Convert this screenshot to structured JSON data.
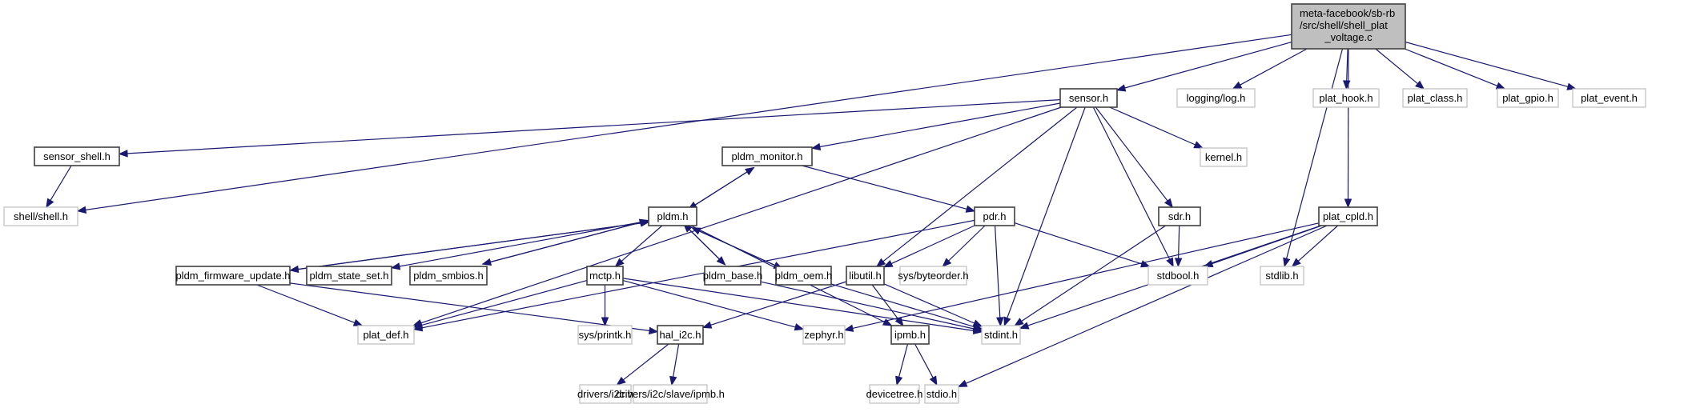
{
  "diagram": {
    "type": "include-dependency-graph",
    "colors": {
      "edge": "#191970",
      "root_fill": "#bfbfbf",
      "local_border": "#404040",
      "system_border": "#bfbfbf"
    },
    "nodes": [
      {
        "id": "root",
        "kind": "root",
        "lines": [
          "meta-facebook/sb-rb",
          "/src/shell/shell_plat",
          "_voltage.c"
        ]
      },
      {
        "id": "sensor_h",
        "kind": "local",
        "label": "sensor.h"
      },
      {
        "id": "logging_log_h",
        "kind": "system",
        "label": "logging/log.h"
      },
      {
        "id": "plat_hook_h",
        "kind": "system",
        "label": "plat_hook.h"
      },
      {
        "id": "plat_class_h",
        "kind": "system",
        "label": "plat_class.h"
      },
      {
        "id": "plat_gpio_h",
        "kind": "system",
        "label": "plat_gpio.h"
      },
      {
        "id": "plat_event_h",
        "kind": "system",
        "label": "plat_event.h"
      },
      {
        "id": "sensor_shell_h",
        "kind": "local",
        "label": "sensor_shell.h"
      },
      {
        "id": "shell_shell_h",
        "kind": "system",
        "label": "shell/shell.h"
      },
      {
        "id": "kernel_h",
        "kind": "system",
        "label": "kernel.h"
      },
      {
        "id": "pldm_monitor_h",
        "kind": "local",
        "label": "pldm_monitor.h"
      },
      {
        "id": "pldm_h",
        "kind": "local",
        "label": "pldm.h"
      },
      {
        "id": "pdr_h",
        "kind": "local",
        "label": "pdr.h"
      },
      {
        "id": "sdr_h",
        "kind": "local",
        "label": "sdr.h"
      },
      {
        "id": "plat_cpld_h",
        "kind": "local",
        "label": "plat_cpld.h"
      },
      {
        "id": "pldm_firmware_update_h",
        "kind": "local",
        "label": "pldm_firmware_update.h"
      },
      {
        "id": "pldm_state_set_h",
        "kind": "local",
        "label": "pldm_state_set.h"
      },
      {
        "id": "pldm_smbios_h",
        "kind": "local",
        "label": "pldm_smbios.h"
      },
      {
        "id": "mctp_h",
        "kind": "local",
        "label": "mctp.h"
      },
      {
        "id": "pldm_base_h",
        "kind": "local",
        "label": "pldm_base.h"
      },
      {
        "id": "pldm_oem_h",
        "kind": "local",
        "label": "pldm_oem.h"
      },
      {
        "id": "libutil_h",
        "kind": "local",
        "label": "libutil.h"
      },
      {
        "id": "sys_byteorder_h",
        "kind": "system",
        "label": "sys/byteorder.h"
      },
      {
        "id": "stdbool_h",
        "kind": "system",
        "label": "stdbool.h"
      },
      {
        "id": "stdlib_h",
        "kind": "system",
        "label": "stdlib.h"
      },
      {
        "id": "plat_def_h",
        "kind": "system",
        "label": "plat_def.h"
      },
      {
        "id": "sys_printk_h",
        "kind": "system",
        "label": "sys/printk.h"
      },
      {
        "id": "hal_i2c_h",
        "kind": "local",
        "label": "hal_i2c.h"
      },
      {
        "id": "zephyr_h",
        "kind": "system",
        "label": "zephyr.h"
      },
      {
        "id": "ipmb_h",
        "kind": "local",
        "label": "ipmb.h"
      },
      {
        "id": "stdint_h",
        "kind": "system",
        "label": "stdint.h"
      },
      {
        "id": "drivers_i2c_h",
        "kind": "system",
        "label": "drivers/i2c.h"
      },
      {
        "id": "drivers_i2c_slave_ipmb_h",
        "kind": "system",
        "label": "drivers/i2c/slave/ipmb.h"
      },
      {
        "id": "devicetree_h",
        "kind": "system",
        "label": "devicetree.h"
      },
      {
        "id": "stdio_h",
        "kind": "system",
        "label": "stdio.h"
      }
    ],
    "edges": [
      [
        "root",
        "sensor_h"
      ],
      [
        "root",
        "logging_log_h"
      ],
      [
        "root",
        "plat_hook_h"
      ],
      [
        "root",
        "plat_class_h"
      ],
      [
        "root",
        "plat_gpio_h"
      ],
      [
        "root",
        "plat_event_h"
      ],
      [
        "root",
        "shell_shell_h"
      ],
      [
        "root",
        "stdlib_h"
      ],
      [
        "root",
        "plat_cpld_h"
      ],
      [
        "sensor_h",
        "sensor_shell_h"
      ],
      [
        "sensor_h",
        "pldm_monitor_h"
      ],
      [
        "sensor_h",
        "plat_def_h"
      ],
      [
        "sensor_h",
        "kernel_h"
      ],
      [
        "sensor_h",
        "sdr_h"
      ],
      [
        "sensor_h",
        "stdbool_h"
      ],
      [
        "sensor_h",
        "stdint_h"
      ],
      [
        "sensor_h",
        "libutil_h"
      ],
      [
        "sensor_shell_h",
        "shell_shell_h"
      ],
      [
        "pldm_monitor_h",
        "pldm_h"
      ],
      [
        "pldm_monitor_h",
        "pdr_h"
      ],
      [
        "pldm_h",
        "pldm_monitor_h"
      ],
      [
        "pldm_h",
        "pldm_firmware_update_h"
      ],
      [
        "pldm_h",
        "pldm_state_set_h"
      ],
      [
        "pldm_h",
        "pldm_smbios_h"
      ],
      [
        "pldm_h",
        "mctp_h"
      ],
      [
        "pldm_h",
        "pldm_base_h"
      ],
      [
        "pldm_h",
        "pldm_oem_h"
      ],
      [
        "pldm_h",
        "ipmb_h"
      ],
      [
        "pldm_firmware_update_h",
        "pldm_h"
      ],
      [
        "pldm_firmware_update_h",
        "plat_def_h"
      ],
      [
        "pldm_firmware_update_h",
        "hal_i2c_h"
      ],
      [
        "pldm_smbios_h",
        "pldm_h"
      ],
      [
        "pldm_base_h",
        "pldm_h"
      ],
      [
        "pldm_base_h",
        "stdint_h"
      ],
      [
        "pldm_oem_h",
        "pldm_h"
      ],
      [
        "pldm_oem_h",
        "stdint_h"
      ],
      [
        "mctp_h",
        "sys_printk_h"
      ],
      [
        "mctp_h",
        "plat_def_h"
      ],
      [
        "mctp_h",
        "zephyr_h"
      ],
      [
        "mctp_h",
        "stdint_h"
      ],
      [
        "pdr_h",
        "plat_def_h"
      ],
      [
        "pdr_h",
        "libutil_h"
      ],
      [
        "pdr_h",
        "sys_byteorder_h"
      ],
      [
        "pdr_h",
        "stdbool_h"
      ],
      [
        "pdr_h",
        "stdint_h"
      ],
      [
        "sdr_h",
        "stdbool_h"
      ],
      [
        "sdr_h",
        "stdint_h"
      ],
      [
        "libutil_h",
        "hal_i2c_h"
      ],
      [
        "libutil_h",
        "ipmb_h"
      ],
      [
        "libutil_h",
        "stdint_h"
      ],
      [
        "plat_cpld_h",
        "stdbool_h"
      ],
      [
        "plat_cpld_h",
        "stdlib_h"
      ],
      [
        "plat_cpld_h",
        "zephyr_h"
      ],
      [
        "plat_cpld_h",
        "stdint_h"
      ],
      [
        "plat_cpld_h",
        "stdio_h"
      ],
      [
        "hal_i2c_h",
        "drivers_i2c_h"
      ],
      [
        "hal_i2c_h",
        "drivers_i2c_slave_ipmb_h"
      ],
      [
        "ipmb_h",
        "devicetree_h"
      ],
      [
        "ipmb_h",
        "stdio_h"
      ]
    ]
  }
}
